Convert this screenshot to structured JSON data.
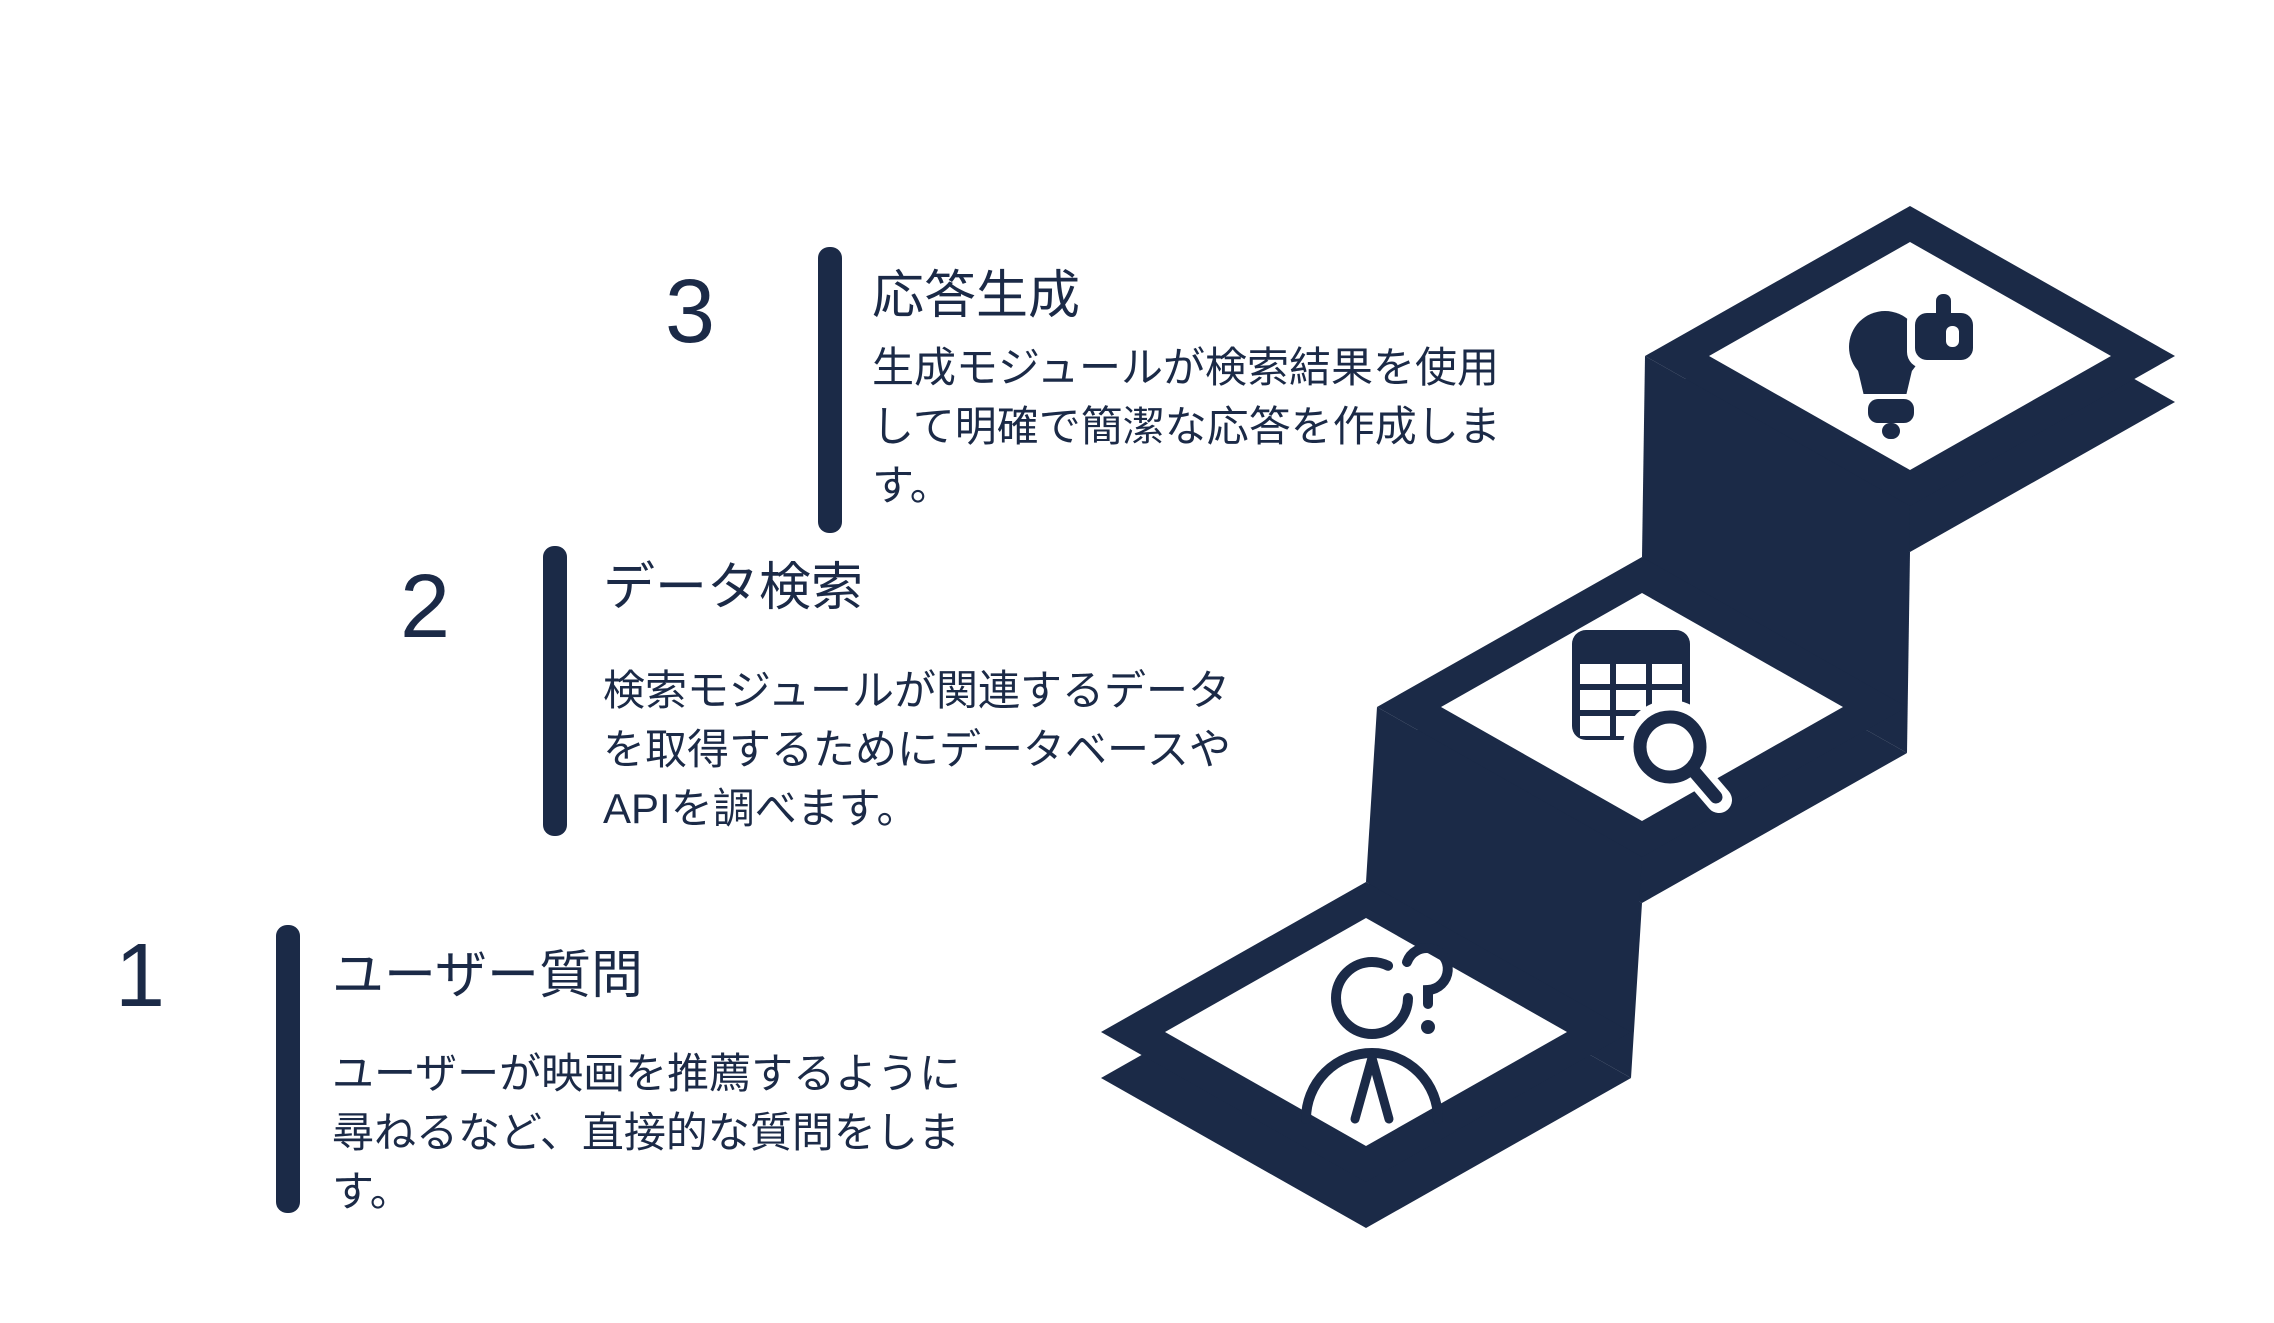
{
  "colors": {
    "navy": "#1B2A47",
    "background": "#FFFFFF"
  },
  "steps": [
    {
      "number": "1",
      "title": "ユーザー質問",
      "description": "ユーザーが映画を推薦するように\n尋ねるなど、直接的な質問をしま\nす。",
      "icon": "person-question-icon"
    },
    {
      "number": "2",
      "title": "データ検索",
      "description": "検索モジュールが関連するデータ\nを取得するためにデータベースや\nAPIを調べます。",
      "icon": "table-search-icon"
    },
    {
      "number": "3",
      "title": "応答生成",
      "description": "生成モジュールが検索結果を使用\nして明確で簡潔な応答を作成しま\nす。",
      "icon": "lightbulb-thumbs-up-icon"
    }
  ]
}
